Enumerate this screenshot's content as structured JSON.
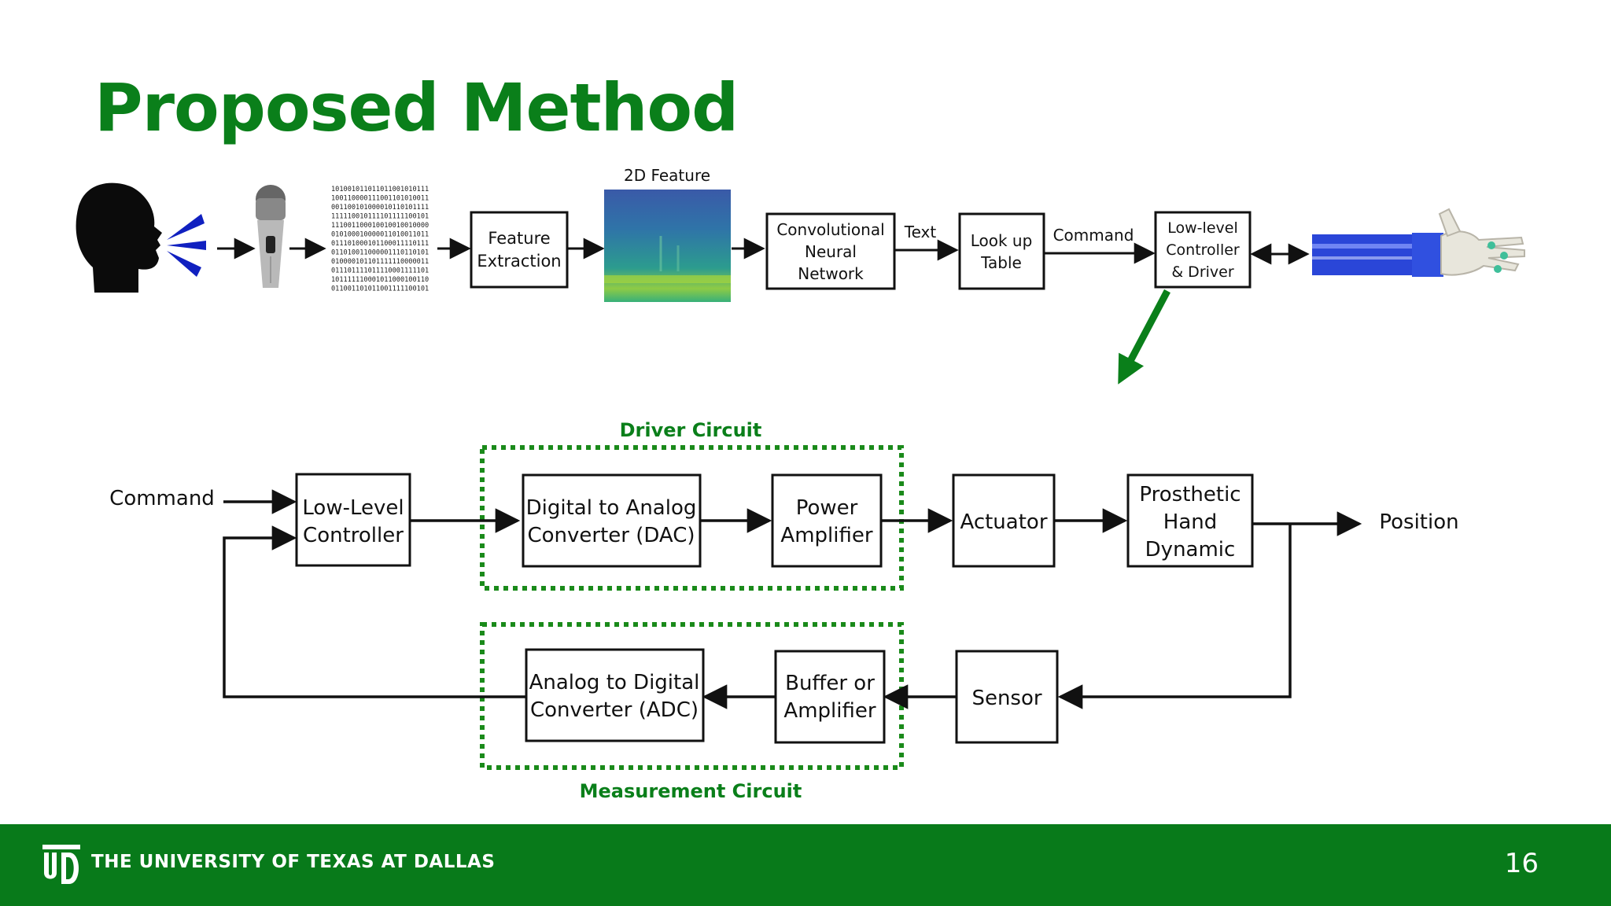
{
  "slide": {
    "title": "Proposed Method",
    "page_number": "16"
  },
  "footer": {
    "university": "THE UNIVERSITY OF TEXAS AT DALLAS"
  },
  "colors": {
    "brand_green": "#0a7f1a",
    "footer_green": "#087a1a",
    "dashed_green": "#1a8a1a"
  },
  "pipeline": {
    "binary_lines": [
      "101001011011011001010111",
      "100110000111001101010011",
      "001100101000010110101111",
      "111110010111101111100101",
      "111001100010010010010000",
      "010100010000011010011011",
      "011101000101100011110111",
      "011010011000001110110101",
      "010000101101111110000011",
      "011101111011110001111101",
      "101111110001011000100110",
      "011001101011001111100101"
    ],
    "feature_extraction": [
      "Feature",
      "Extraction"
    ],
    "feature_2d_label": "2D Feature",
    "cnn": [
      "Convolutional",
      "Neural",
      "Network"
    ],
    "text_label": "Text",
    "lookup": [
      "Look up",
      "Table"
    ],
    "command_label": "Command",
    "controller": [
      "Low-level",
      "Controller",
      "& Driver"
    ]
  },
  "block_diagram": {
    "command_input": "Command",
    "low_level_controller": [
      "Low-Level",
      "Controller"
    ],
    "driver_circuit_label": "Driver Circuit",
    "dac": [
      "Digital to Analog",
      "Converter (DAC)"
    ],
    "power_amp": [
      "Power",
      "Amplifier"
    ],
    "actuator": "Actuator",
    "prosthetic": [
      "Prosthetic",
      "Hand",
      "Dynamic"
    ],
    "position_output": "Position",
    "sensor": "Sensor",
    "buffer": [
      "Buffer or",
      "Amplifier"
    ],
    "adc": [
      "Analog to Digital",
      "Converter (ADC)"
    ],
    "measurement_circuit_label": "Measurement Circuit"
  }
}
